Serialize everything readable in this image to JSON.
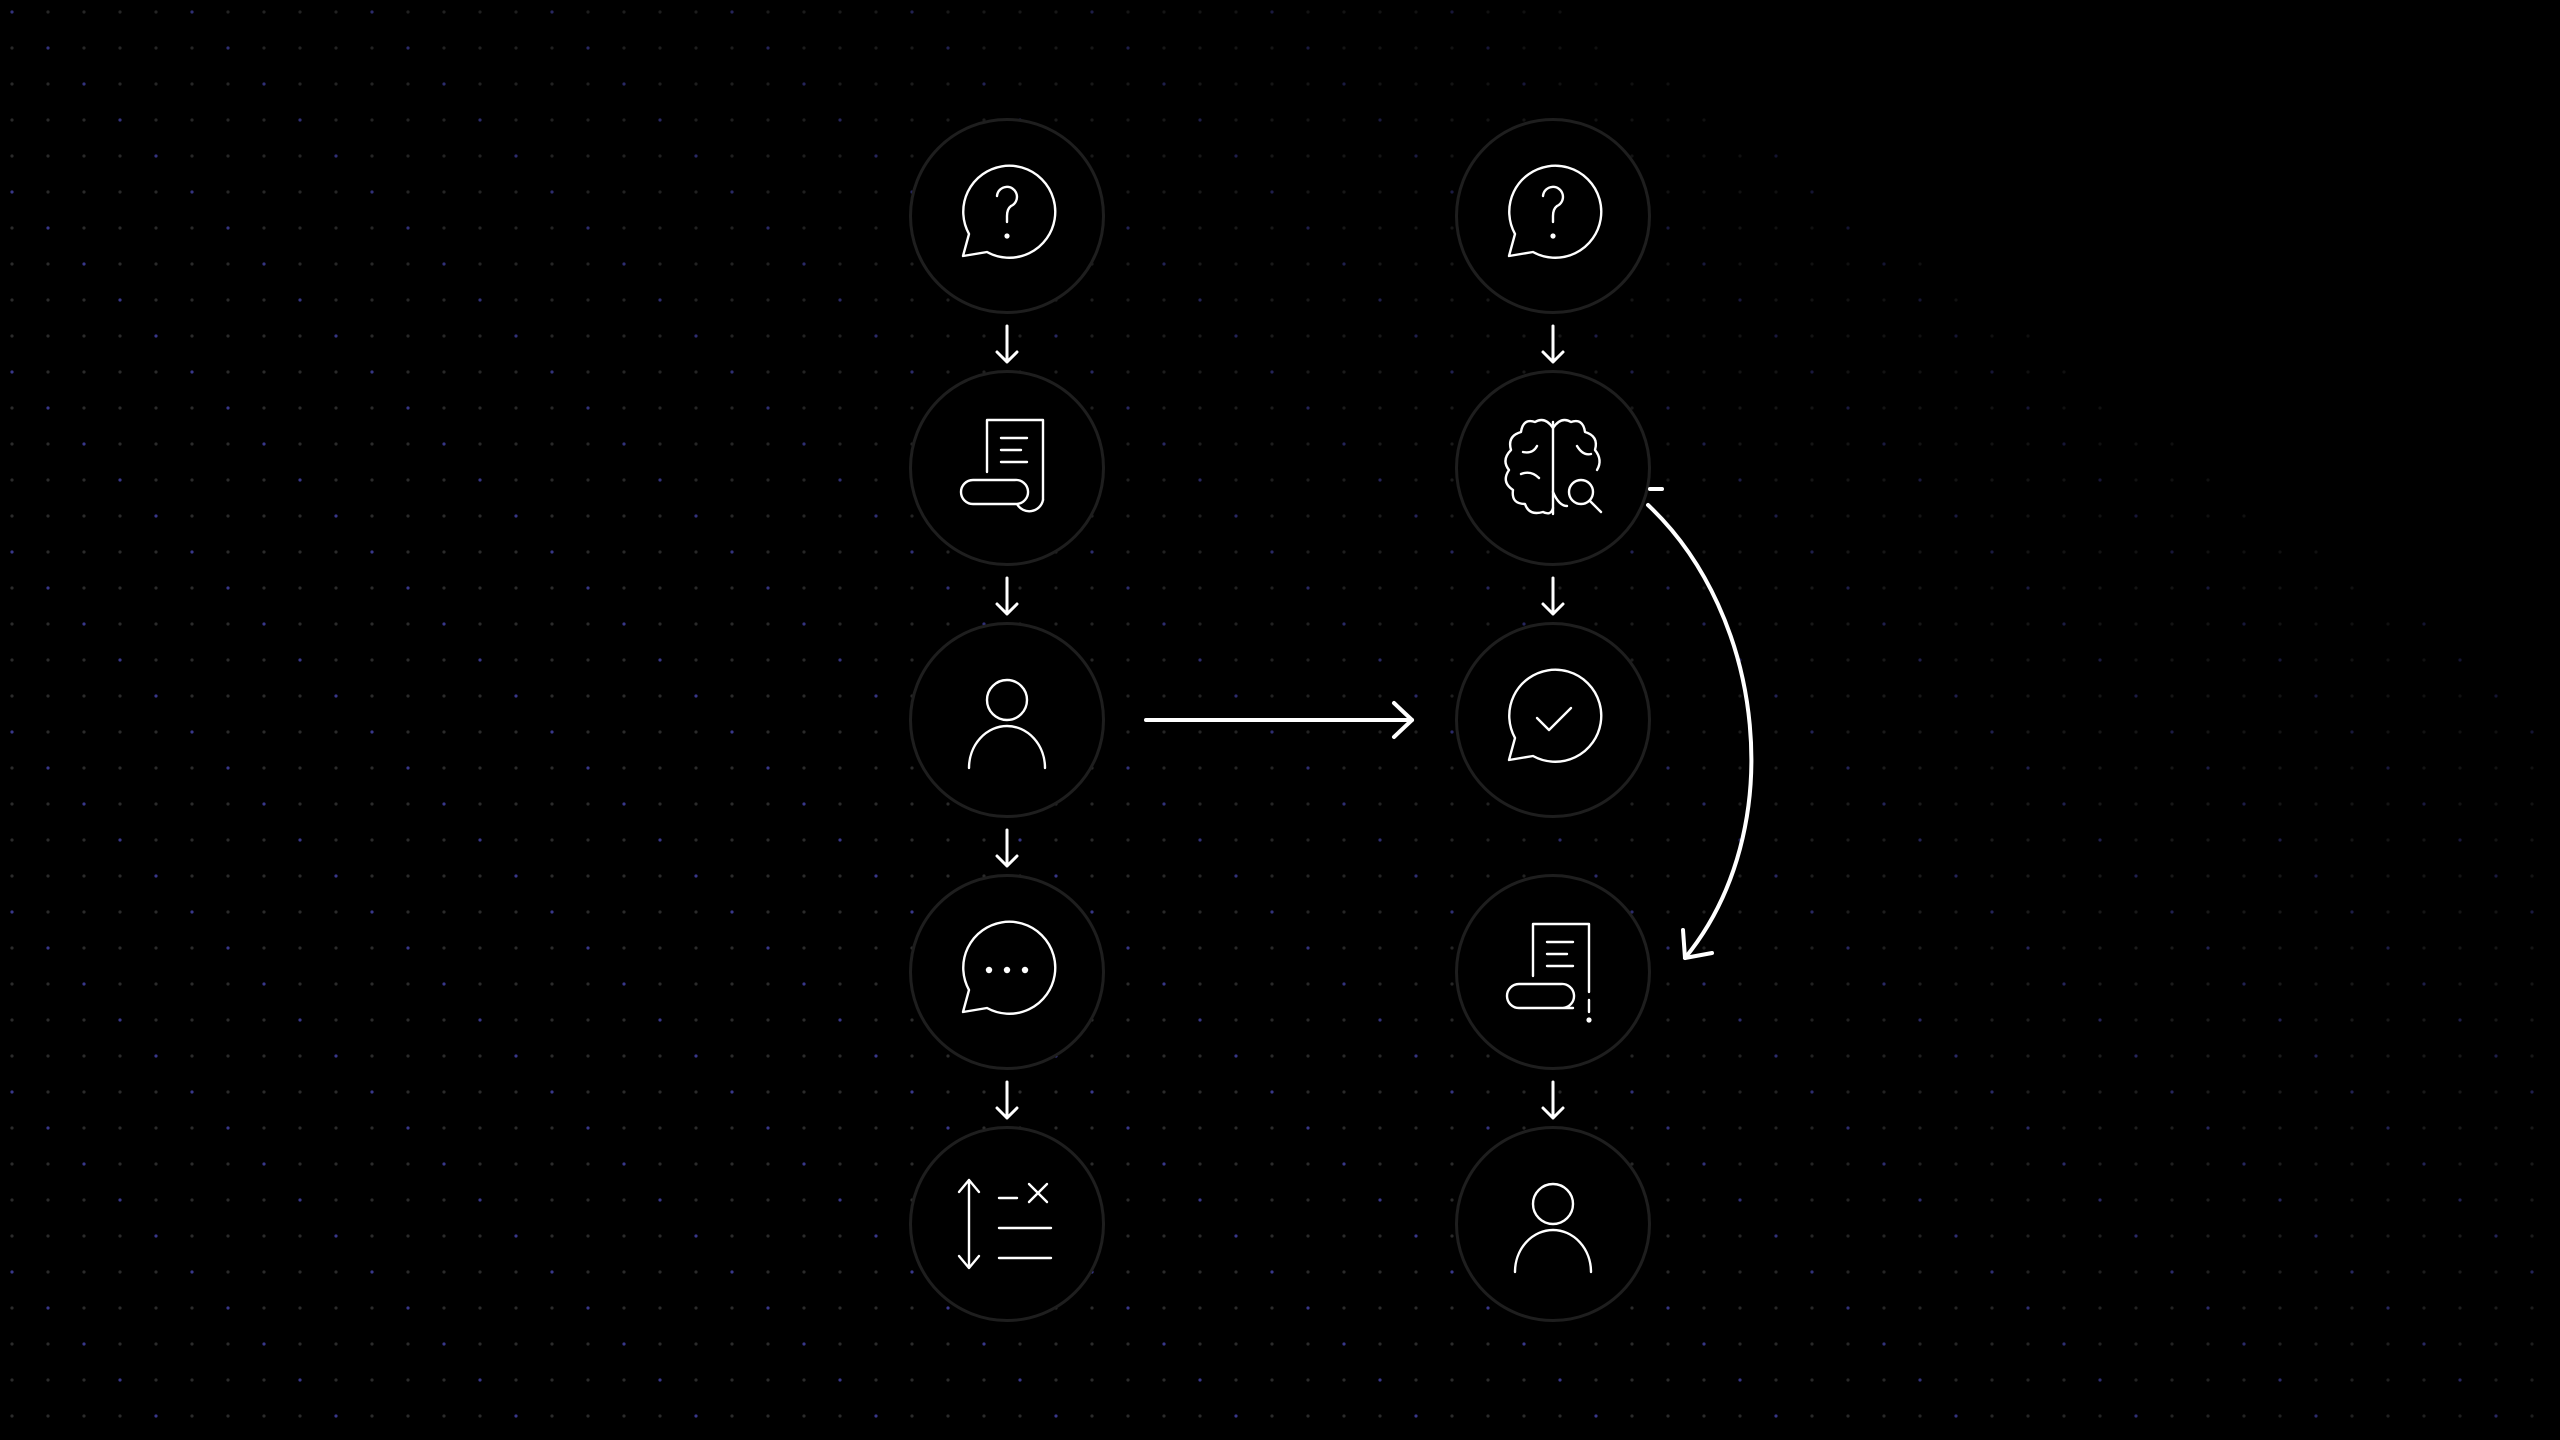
{
  "diagram": {
    "background": "#000000",
    "dot_colors": [
      "#3a3a3a",
      "#4b4ab8"
    ],
    "node_stroke": "#1e1e1e",
    "icon_color": "#ffffff",
    "left_column": [
      {
        "icon": "question-bubble-icon"
      },
      {
        "icon": "scroll-document-icon"
      },
      {
        "icon": "person-icon"
      },
      {
        "icon": "chat-ellipsis-icon"
      },
      {
        "icon": "sort-list-icon"
      }
    ],
    "right_column": [
      {
        "icon": "question-bubble-icon"
      },
      {
        "icon": "brain-search-icon"
      },
      {
        "icon": "check-bubble-icon"
      },
      {
        "icon": "scroll-document-alert-icon"
      },
      {
        "icon": "person-icon"
      }
    ],
    "connections": [
      {
        "from": "left-3",
        "to": "right-3",
        "type": "straight-arrow"
      },
      {
        "from": "right-2",
        "to": "right-4",
        "type": "curved-arrow"
      }
    ]
  }
}
